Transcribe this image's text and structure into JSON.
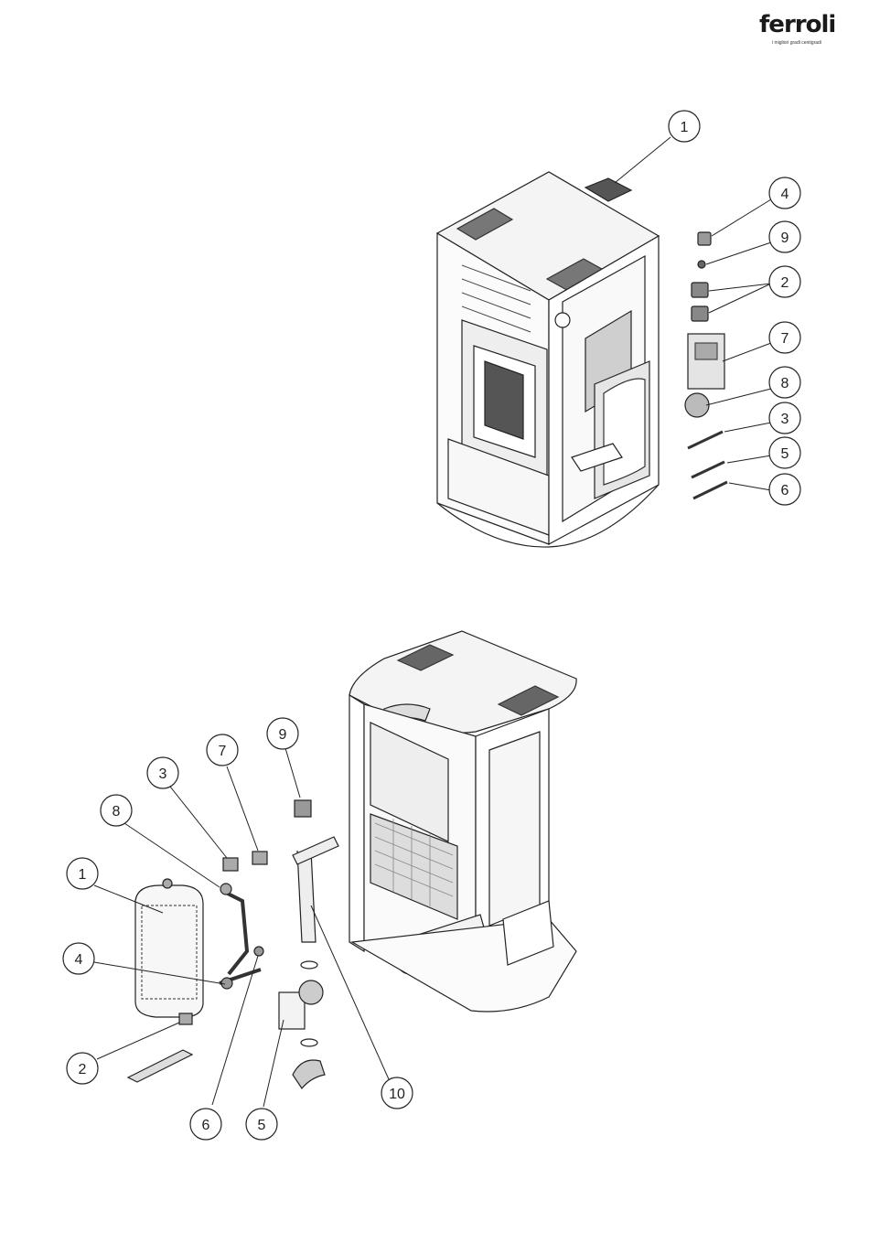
{
  "brand": {
    "name": "ferroli",
    "tagline": "i migliori gradi centigradi"
  },
  "diagram_top": {
    "callouts": [
      "1",
      "4",
      "9",
      "2",
      "7",
      "8",
      "3",
      "5",
      "6"
    ]
  },
  "diagram_bottom": {
    "callouts": [
      "9",
      "7",
      "3",
      "8",
      "1",
      "4",
      "2",
      "6",
      "5",
      "10"
    ]
  }
}
